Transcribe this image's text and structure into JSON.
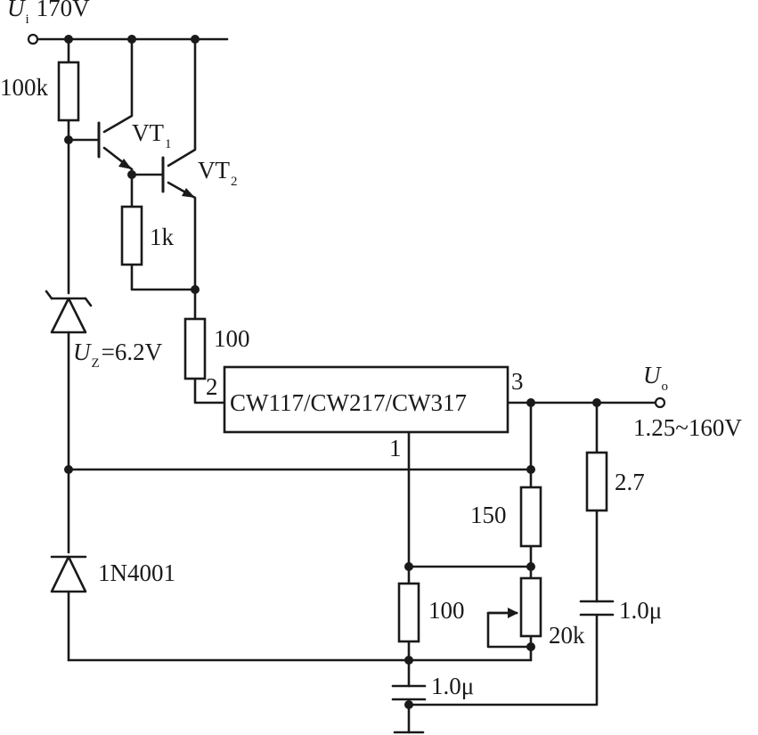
{
  "labels": {
    "ui_symbol": "U",
    "ui_sub": "i",
    "ui_value": "170V",
    "r_100k": "100k",
    "vt1": "VT",
    "vt1_sub": "1",
    "vt2": "VT",
    "vt2_sub": "2",
    "r_1k": "1k",
    "r_100_top": "100",
    "uz_symbol": "U",
    "uz_sub": "Z",
    "uz_value": "=6.2V",
    "pin2": "2",
    "ic_name": "CW117/CW217/CW317",
    "pin3": "3",
    "pin1": "1",
    "uo_symbol": "U",
    "uo_sub": "o",
    "uo_range": "1.25~160V",
    "r_2_7": "2.7",
    "r_150": "150",
    "diode": "1N4001",
    "r_100_bottom": "100",
    "pot_20k": "20k",
    "c_right": "1.0μ",
    "c_bottom": "1.0μ"
  },
  "colors": {
    "ink": "#1a1a1a",
    "background": "#ffffff"
  }
}
